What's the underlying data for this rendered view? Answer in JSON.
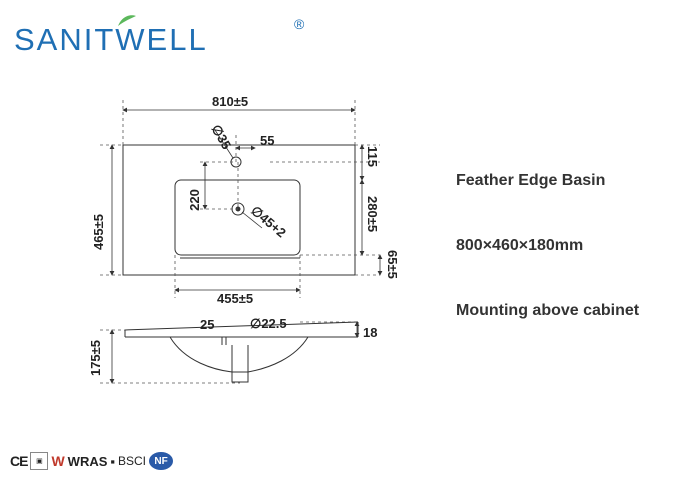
{
  "brand": {
    "name": "SANITWELL",
    "registered_mark": "®",
    "color": "#1f6fb4",
    "leaf_color": "#5cb85c"
  },
  "drawing": {
    "top_view": {
      "width_label": "810±5",
      "depth_label": "465±5",
      "tap_hole_label": "∅35",
      "tap_offset_label": "55",
      "back_margin_label": "115",
      "drain_depth_label": "220",
      "drain_label": "∅45+2",
      "bowl_depth_label": "280±5",
      "front_margin_label": "65±5",
      "bowl_width_label": "455±5"
    },
    "side_view": {
      "height_label": "175±5",
      "lip_label": "25",
      "hole_label": "∅22.5",
      "top_thickness_label": "18"
    }
  },
  "specs": {
    "product_name": "Feather Edge Basin",
    "dimensions": "800×460×180mm",
    "mounting": "Mounting above cabinet"
  },
  "certifications": {
    "ce": "CE",
    "w": "W",
    "wras": "WRAS",
    "bsci": "BSCI",
    "nf": "NF"
  }
}
